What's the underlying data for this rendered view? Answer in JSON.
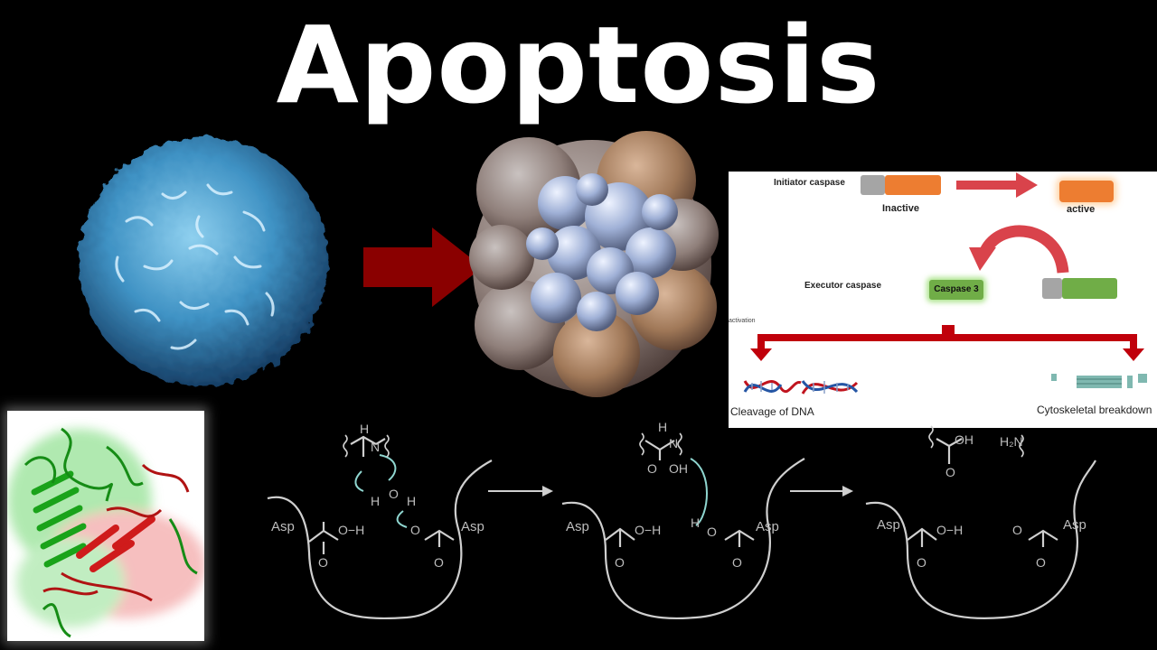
{
  "title": "Apoptosis",
  "caspase_diagram": {
    "initiator_label": "Initiator caspase",
    "inactive_label": "Inactive",
    "active_label": "active",
    "executor_label": "Executor caspase",
    "caspase3_label": "Caspase 3",
    "activation_label": "activation",
    "dna_cleavage_label": "Cleavage of DNA",
    "cytoskeletal_label": "Cytoskeletal breakdown"
  },
  "mechanism": {
    "asp_label": "Asp",
    "step1_nh": "N",
    "step1_h": "H",
    "water_h1": "H",
    "water_o": "O",
    "water_h2": "H",
    "acid_left": "O−H",
    "acid_right_o": "O",
    "o_label": "O",
    "oh_label": "OH",
    "h2n_label": "H₂N",
    "arrow_icon": "reaction-arrow-icon"
  },
  "colors": {
    "background": "#000000",
    "title": "#ffffff",
    "arrow_dark_red": "#8a0000",
    "caspase_red": "#c0000b",
    "active_orange": "#ed7d31",
    "executor_green": "#70ad47",
    "prodomain_gray": "#a5a5a5",
    "mechanism_gray": "#bdbdbd"
  }
}
